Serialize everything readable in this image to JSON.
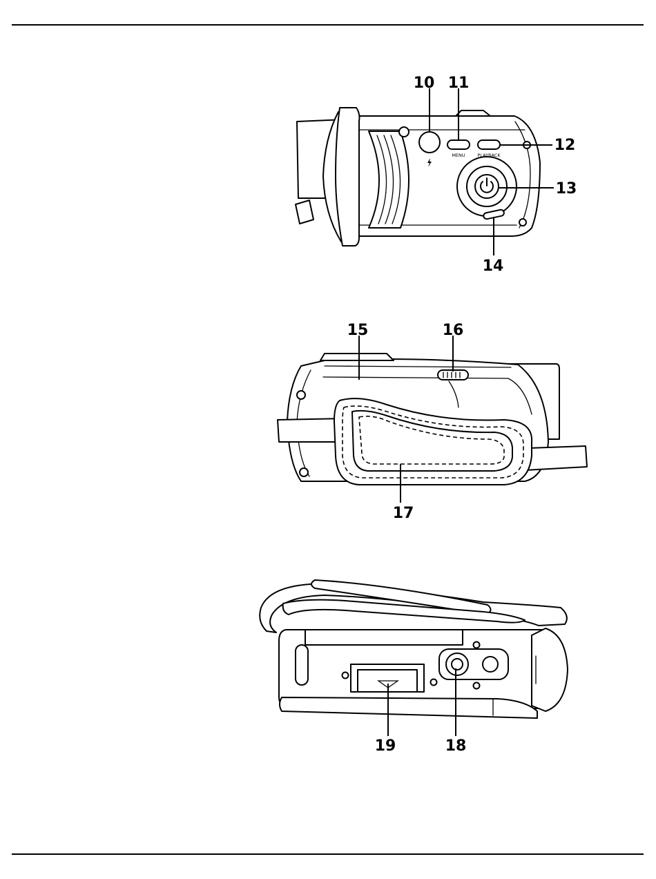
{
  "callouts": {
    "c10": "10",
    "c11": "11",
    "c12": "12",
    "c13": "13",
    "c14": "14",
    "c15": "15",
    "c16": "16",
    "c17": "17",
    "c18": "18",
    "c19": "19"
  },
  "button_labels": {
    "menu": "MENU",
    "playback": "PLAYBACK"
  },
  "icons": {
    "flash": "flash-icon",
    "power": "power-icon"
  }
}
